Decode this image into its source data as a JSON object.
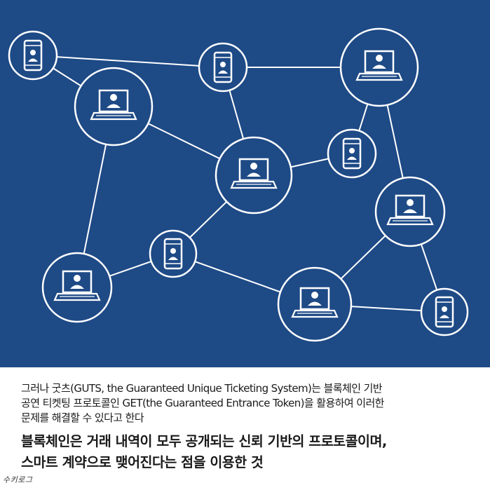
{
  "illustration": {
    "background_color": "#1e4a86",
    "line_color": "#ffffff",
    "laptop_nodes": 6,
    "phone_nodes": 5
  },
  "caption": {
    "line1": "그러나 굿츠(GUTS, the Guaranteed Unique Ticketing System)는 블록체인 기반",
    "line2": "공연 티켓팅 프로토콜인 GET(the Guaranteed Entrance Token)을 활용하여 이러한",
    "line3": "문제를 해결할 수 있다고 한다",
    "headline1": "블록체인은 거래 내역이 모두 공개되는 신뢰 기반의 프로토콜이며,",
    "headline2": "스마트 계약으로 맺어진다는 점을 이용한 것"
  },
  "signature": "수키로그"
}
